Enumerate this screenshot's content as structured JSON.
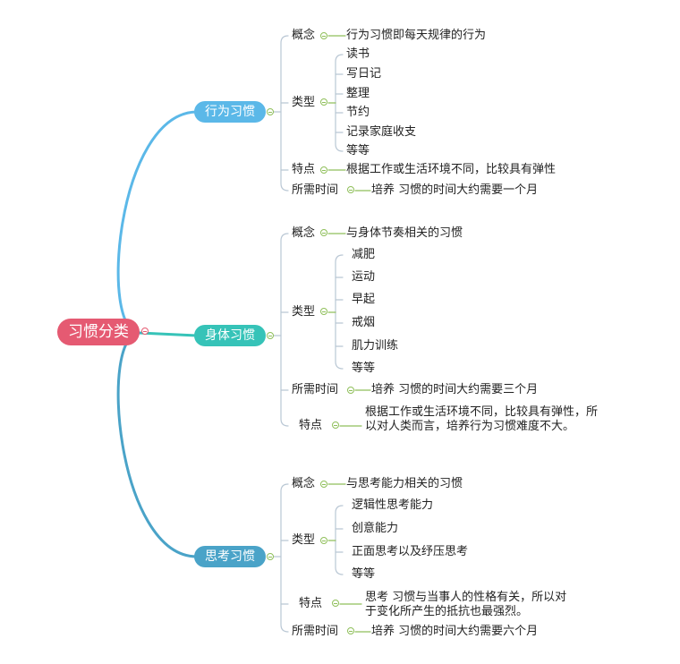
{
  "mindmap": {
    "root": {
      "label": "习惯分类",
      "color": "#e55a72"
    },
    "branches": [
      {
        "label": "行为习惯",
        "color": "#5bb8e8",
        "concept": {
          "label": "概念",
          "value": "行为习惯即每天规律的行为"
        },
        "types": {
          "label": "类型",
          "items": [
            "读书",
            "写日记",
            "整理",
            "节约",
            "记录家庭收支",
            "等等"
          ]
        },
        "feature": {
          "label": "特点",
          "value": "根据工作或生活环境不同，比较具有弹性"
        },
        "time": {
          "label": "所需时间",
          "value": "培养 习惯的时间大约需要一个月"
        }
      },
      {
        "label": "身体习惯",
        "color": "#36c3b8",
        "concept": {
          "label": "概念",
          "value": "与身体节奏相关的习惯"
        },
        "types": {
          "label": "类型",
          "items": [
            "减肥",
            "运动",
            "早起",
            "戒烟",
            "肌力训练",
            "等等"
          ]
        },
        "time": {
          "label": "所需时间",
          "value": "培养 习惯的时间大约需要三个月"
        },
        "feature": {
          "label": "特点",
          "value": "根据工作或生活环境不同，比较具有弹性，所以对人类而言，培养行为习惯难度不大。"
        }
      },
      {
        "label": "思考习惯",
        "color": "#4aa3c8",
        "concept": {
          "label": "概念",
          "value": "与思考能力相关的习惯"
        },
        "types": {
          "label": "类型",
          "items": [
            "逻辑性思考能力",
            "创意能力",
            "正面思考以及纾压思考",
            "等等"
          ]
        },
        "feature": {
          "label": "特点",
          "value": "思考 习惯与当事人的性格有关，所以对于变化所产生的抵抗也最强烈。"
        },
        "time": {
          "label": "所需时间",
          "value": "培养 习惯的时间大约需要六个月"
        }
      }
    ],
    "colors": {
      "link": "#8fbf5a",
      "bracket": "#b9c7d4"
    }
  }
}
